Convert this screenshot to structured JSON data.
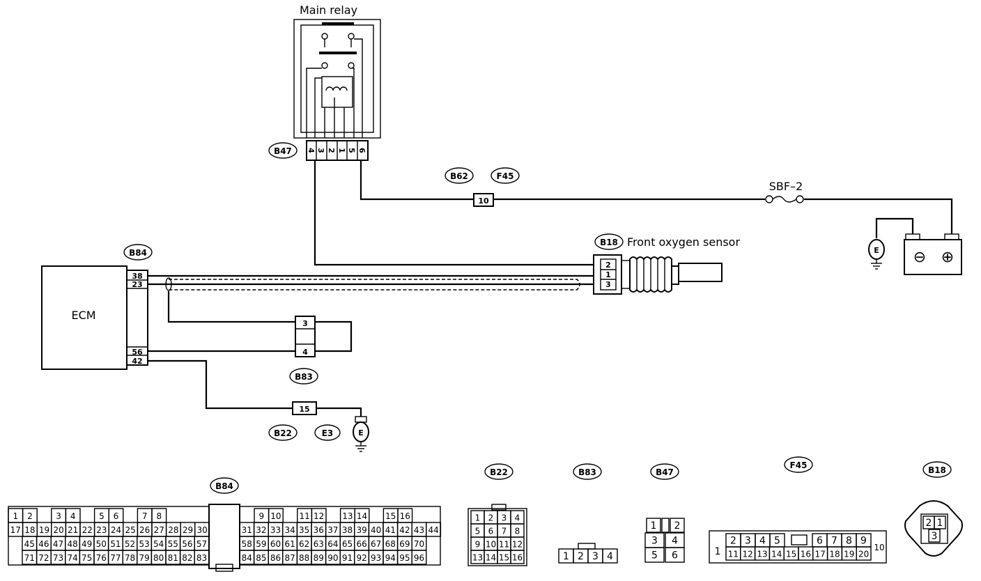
{
  "components": {
    "main_relay": "Main relay",
    "ecm": "ECM",
    "front_oxygen_sensor": "Front oxygen sensor",
    "fuse": "SBF–2",
    "ground": "E",
    "battery_minus": "⊖",
    "battery_plus": "⊕"
  },
  "connector_tags": {
    "b47": "B47",
    "b62": "B62",
    "f45": "F45",
    "b18": "B18",
    "b84": "B84",
    "b83": "B83",
    "b22": "B22",
    "e3": "E3"
  },
  "pins": {
    "relay": [
      "4",
      "3",
      "2",
      "1",
      "5",
      "6"
    ],
    "b62_f45": "10",
    "sensor": [
      "2",
      "1",
      "3"
    ],
    "ecm_top": [
      "38",
      "23"
    ],
    "ecm_bottom": [
      "56",
      "42"
    ],
    "b83": [
      "3",
      "4"
    ],
    "b22": "15"
  },
  "connectors": {
    "b84": {
      "label": "B84",
      "row1_left": [
        "1",
        "2",
        "",
        "3",
        "4",
        "",
        "5",
        "6",
        "",
        "7",
        "8"
      ],
      "row1_right": [
        "9",
        "10",
        "",
        "11",
        "12",
        "",
        "13",
        "14",
        "",
        "15",
        "16"
      ],
      "row2_left": [
        "17",
        "18",
        "19",
        "20",
        "21",
        "22",
        "23",
        "24",
        "25",
        "26",
        "27",
        "28",
        "29",
        "30"
      ],
      "row2_right": [
        "31",
        "32",
        "33",
        "34",
        "35",
        "36",
        "37",
        "38",
        "39",
        "40",
        "41",
        "42",
        "43",
        "44"
      ],
      "row3_left": [
        "45",
        "46",
        "47",
        "48",
        "49",
        "50",
        "51",
        "52",
        "53",
        "54",
        "55",
        "56",
        "57"
      ],
      "row3_right": [
        "58",
        "59",
        "60",
        "61",
        "62",
        "63",
        "64",
        "65",
        "66",
        "67",
        "68",
        "69",
        "70"
      ],
      "row4_left": [
        "71",
        "72",
        "73",
        "74",
        "75",
        "76",
        "77",
        "78",
        "79",
        "80",
        "81",
        "82",
        "83"
      ],
      "row4_right": [
        "84",
        "85",
        "86",
        "87",
        "88",
        "89",
        "90",
        "91",
        "92",
        "93",
        "94",
        "95",
        "96"
      ]
    },
    "b22": {
      "label": "B22",
      "rows": [
        [
          "1",
          "2",
          "3",
          "4"
        ],
        [
          "5",
          "6",
          "7",
          "8"
        ],
        [
          "9",
          "10",
          "11",
          "12"
        ],
        [
          "13",
          "14",
          "15",
          "16"
        ]
      ]
    },
    "b83": {
      "label": "B83",
      "pins": [
        "1",
        "2",
        "3",
        "4"
      ]
    },
    "b47": {
      "label": "B47",
      "rows": [
        [
          "1",
          "",
          "2"
        ],
        [
          "3",
          "4"
        ],
        [
          "5",
          "6"
        ]
      ]
    },
    "f45": {
      "label": "F45",
      "pin_left": "1",
      "row_top": [
        "2",
        "3",
        "4",
        "5",
        "",
        "6",
        "7",
        "8",
        "9"
      ],
      "row_bottom": [
        "11",
        "12",
        "13",
        "14",
        "15",
        "16",
        "17",
        "18",
        "19",
        "20"
      ],
      "pin_right": "10"
    },
    "b18": {
      "label": "B18",
      "pins": [
        "2",
        "1",
        "3"
      ]
    }
  }
}
